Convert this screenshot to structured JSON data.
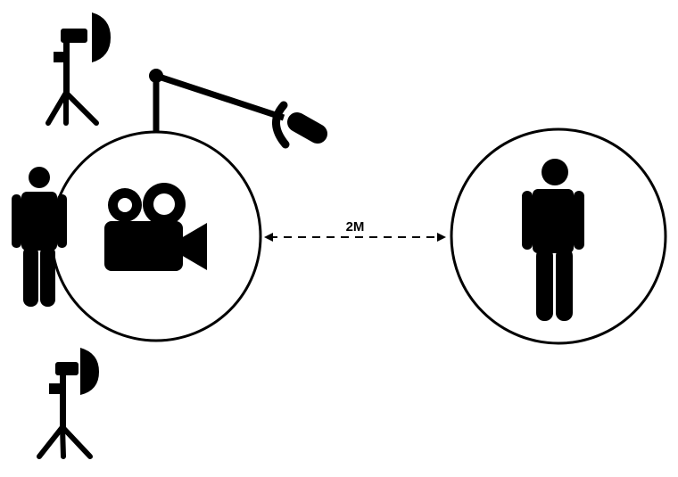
{
  "diagram": {
    "distance_label": "2M",
    "icons": {
      "camera": "video-camera",
      "boom_microphone": "boom-microphone",
      "key_light": "studio-light",
      "fill_light": "studio-light",
      "operator": "person",
      "subject": "person"
    },
    "colors": {
      "ink": "#000000",
      "background": "#ffffff"
    }
  }
}
